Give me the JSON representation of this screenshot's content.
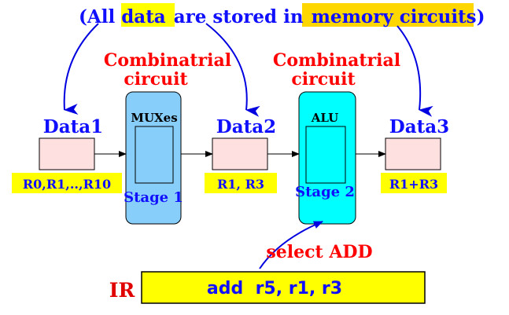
{
  "header": {
    "open": "(All",
    "word_data": "data",
    "middle": "are stored in",
    "word_memory": "memory circuits",
    "close": ")"
  },
  "combinational": {
    "label_line1": "Combinatrial",
    "label_line2": "circuit"
  },
  "data_blocks": [
    {
      "label": "Data1",
      "contents": "R0,R1,..,R10"
    },
    {
      "label": "Data2",
      "contents": "R1, R3"
    },
    {
      "label": "Data3",
      "contents": "R1+R3"
    }
  ],
  "stages": [
    {
      "top_label": "MUXes",
      "bottom_label": "Stage 1",
      "color": "#87CEFA"
    },
    {
      "top_label": "ALU",
      "bottom_label": "Stage 2",
      "color": "#00FFFF"
    }
  ],
  "control": {
    "select_label": "select ADD",
    "ir_label": "IR",
    "instruction": "add  r5, r1, r3"
  },
  "colors": {
    "highlight_yellow": "#FFFF00",
    "title_blue": "#1010FF",
    "comb_red": "#FF0000",
    "ir_red": "#E00000",
    "register_fill": "#FFE0E0",
    "arrow_blue": "#0000E0"
  }
}
